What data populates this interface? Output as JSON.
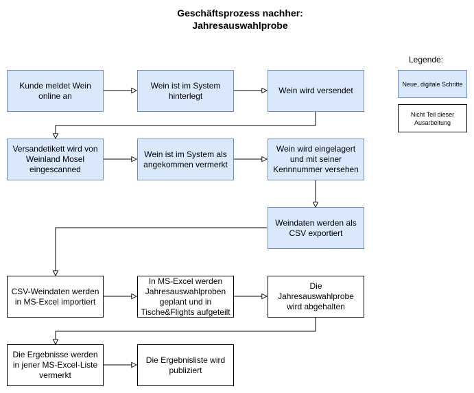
{
  "title": {
    "line1": "Geschäftsprozess nachher:",
    "line2": "Jahresauswahlprobe"
  },
  "legend": {
    "title": "Legende:",
    "digital": "Neue, digitale Schritte",
    "not_part": "Nicht Teil dieser Ausarbeitung"
  },
  "steps": {
    "s1": "Kunde meldet Wein online an",
    "s2": "Wein ist im System hinterlegt",
    "s3": "Wein wird versendet",
    "s4": "Versandetikett wird von Weinland Mosel eingescanned",
    "s5": "Wein ist im System als angekommen vermerkt",
    "s6": "Wein wird eingelagert und mit seiner Kennnummer versehen",
    "s7": "Weindaten werden als CSV exportiert",
    "s8": "CSV-Weindaten werden in MS-Excel importiert",
    "s9": "In MS-Excel werden Jahresauswahlproben geplant und in Tische&Flights aufgeteilt",
    "s10": "Die Jahresauswahlprobe wird abgehalten",
    "s11": "Die Ergebnisse werden in jener MS-Excel-Liste vermerkt",
    "s12": "Die Ergebnisliste wird publiziert"
  },
  "colors": {
    "digital_fill": "#dae8fc",
    "digital_border": "#6c8ebf",
    "plain_fill": "#ffffff"
  }
}
